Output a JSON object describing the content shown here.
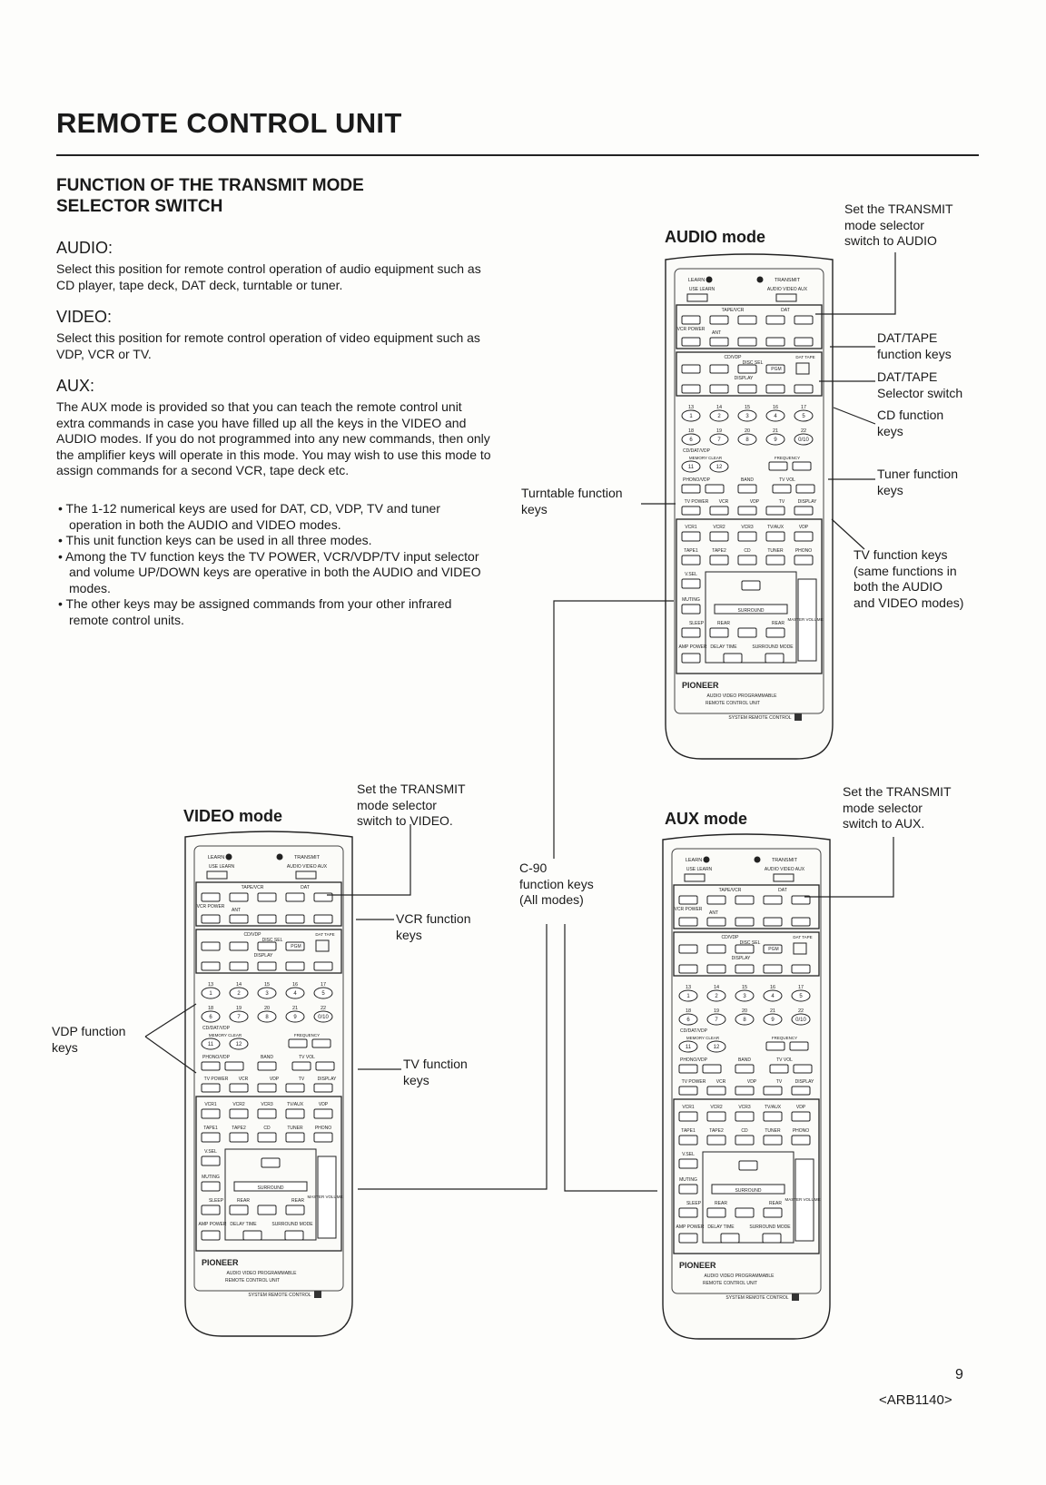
{
  "title": "REMOTE CONTROL UNIT",
  "section": {
    "heading_line1": "FUNCTION OF THE TRANSMIT MODE",
    "heading_line2": "SELECTOR SWITCH",
    "audio_heading": "AUDIO:",
    "audio_text": "Select this position for remote control operation of audio equipment such as CD player, tape deck, DAT deck, turntable or tuner.",
    "video_heading": "VIDEO:",
    "video_text": "Select this position for remote control operation of video equipment such as VDP, VCR or TV.",
    "aux_heading": "AUX:",
    "aux_text": "The AUX mode is provided so that you can teach the remote control unit extra commands in case you have filled up all the keys in the VIDEO and AUDIO modes. If you do not programmed into any new commands, then only the amplifier keys will operate in this mode. You may wish to use this mode to assign commands for a second VCR, tape deck etc.",
    "bullets": [
      "The 1-12 numerical keys are used for DAT, CD, VDP, TV and tuner operation in both the AUDIO and VIDEO modes.",
      "This unit function keys can be used in all three modes.",
      "Among the TV function keys the TV POWER, VCR/VDP/TV input selector and volume UP/DOWN keys are operative in both the AUDIO and VIDEO modes.",
      "The other keys may be assigned commands from your other infrared remote control units."
    ]
  },
  "audio_diagram": {
    "mode_title": "AUDIO mode",
    "note": [
      "Set the TRANSMIT",
      "mode selector",
      "switch to AUDIO"
    ],
    "callouts": {
      "dat_tape_keys": [
        "DAT/TAPE",
        "function keys"
      ],
      "dat_tape_selector": [
        "DAT/TAPE",
        "Selector switch"
      ],
      "cd_keys": [
        "CD function",
        "keys"
      ],
      "tuner_keys": [
        "Tuner function",
        "keys"
      ],
      "turntable_keys": [
        "Turntable function",
        "keys"
      ],
      "tv_keys": [
        "TV function keys",
        "(same functions in",
        "both the AUDIO",
        "and VIDEO modes)"
      ]
    }
  },
  "video_diagram": {
    "mode_title": "VIDEO mode",
    "note": [
      "Set the TRANSMIT",
      "mode selector",
      "switch to VIDEO."
    ],
    "callouts": {
      "vcr_keys": [
        "VCR function",
        "keys"
      ],
      "vdp_keys": [
        "VDP function",
        "keys"
      ],
      "tv_keys": [
        "TV function",
        "keys"
      ]
    }
  },
  "aux_diagram": {
    "mode_title": "AUX mode",
    "note": [
      "Set the TRANSMIT",
      "mode selector",
      "switch to AUX."
    ]
  },
  "center_label": [
    "C-90",
    "function keys",
    "(All modes)"
  ],
  "remote_labels": {
    "learn": "LEARN",
    "transmit": "TRANSMIT",
    "use_learn": "USE  LEARN",
    "audio_video_aux": "AUDIO VIDEO AUX",
    "tape_vcr": "TAPE/VCR",
    "dat": "DAT",
    "vcr_power": "VCR POWER",
    "ant": "ANT",
    "cd_vdp": "CD/VDP",
    "disc_sel": "DISC SEL",
    "dat_tape": "DAT TAPE",
    "display": "DISPLAY",
    "pgm": "PGM",
    "cd_dat_vdp": "CD/DAT/VDP",
    "memory_clear": "MEMORY  CLEAR",
    "frequency": "FREQUENCY",
    "phono_vdp": "PHONO/VDP",
    "band": "BAND",
    "tv_vol": "TV VOL",
    "tv_power": "TV POWER",
    "vcr": "VCR",
    "vdp": "VDP",
    "tv": "TV",
    "disp": "DISPLAY",
    "func_row1": [
      "VCR1",
      "VCR2",
      "VCR3",
      "TV/AUX",
      "VDP"
    ],
    "func_row2": [
      "TAPE1",
      "TAPE2",
      "CD",
      "TUNER",
      "PHONO"
    ],
    "v_sel": "V.SEL",
    "muting": "MUTING",
    "surround": "SURROUND",
    "sleep": "SLEEP",
    "rear": "REAR",
    "master_volume": "MASTER VOLUME",
    "amp_power": "AMP POWER",
    "delay_time": "DELAY TIME",
    "surround_mode": "SURROUND MODE",
    "brand": "PIONEER",
    "brand_sub1": "AUDIO VIDEO PROGRAMMABLE",
    "brand_sub2": "REMOTE CONTROL UNIT",
    "system": "SYSTEM REMOTE CONTROL",
    "numbers_top": [
      "13",
      "14",
      "15",
      "16",
      "17"
    ],
    "numbers_row1": [
      "1",
      "2",
      "3",
      "4",
      "5"
    ],
    "numbers_mid": [
      "18",
      "19",
      "20",
      "21",
      "22"
    ],
    "numbers_row2": [
      "6",
      "7",
      "8",
      "9",
      "0/10"
    ],
    "numbers_row3": [
      "11",
      "12"
    ]
  },
  "page_number": "9",
  "doc_code": "<ARB1140>"
}
